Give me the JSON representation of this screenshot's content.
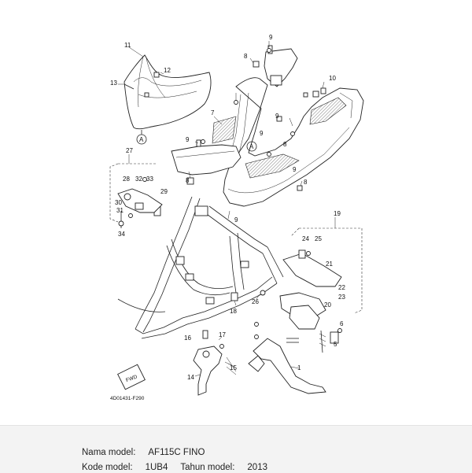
{
  "diagram": {
    "figure_code": "4D01431-F290",
    "direction_label": "FWD",
    "callout_letter": "A",
    "part_numbers": [
      "1",
      "5",
      "6",
      "7",
      "8",
      "9",
      "10",
      "11",
      "12",
      "13",
      "14",
      "15",
      "16",
      "17",
      "18",
      "19",
      "20",
      "21",
      "22",
      "23",
      "24",
      "25",
      "26",
      "27",
      "28",
      "29",
      "30",
      "31",
      "32",
      "33",
      "34"
    ],
    "highlighted_part": "7",
    "highlight_color": "#4caf50"
  },
  "info": {
    "model_name_label": "Nama model:",
    "model_name_value": "AF115C FINO",
    "model_code_label": "Kode model:",
    "model_code_value": "1UB4",
    "year_label": "Tahun model:",
    "year_value": "2013"
  }
}
